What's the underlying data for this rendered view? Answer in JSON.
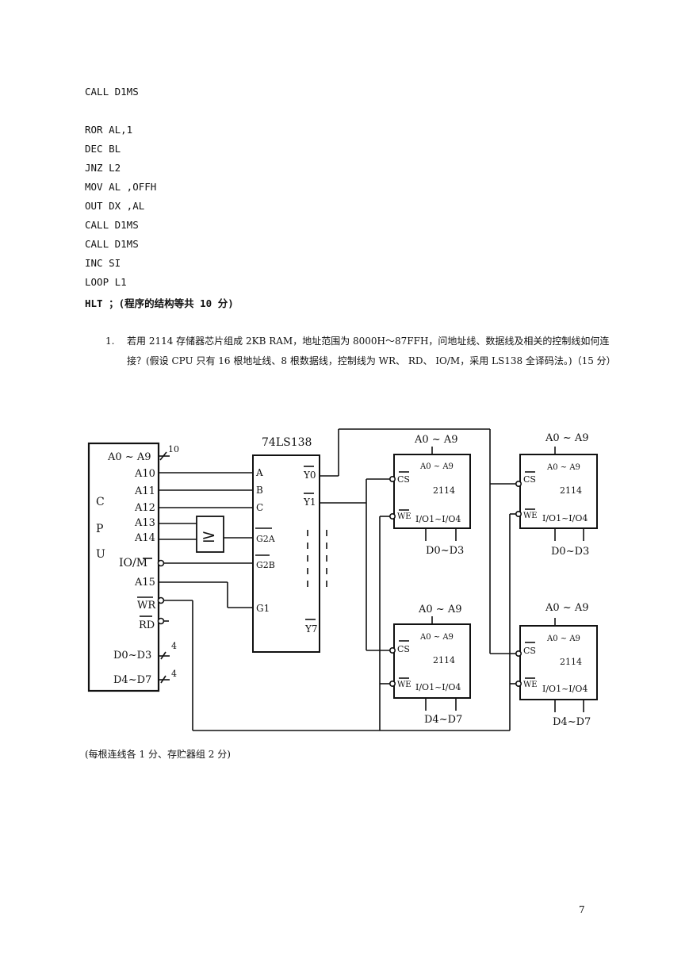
{
  "code_lines": [
    "CALL D1MS",
    "",
    "ROR AL,1",
    "DEC BL",
    "JNZ L2",
    "MOV AL ,OFFH",
    "OUT DX ,AL",
    "CALL D1MS",
    "CALL D1MS",
    "INC SI",
    "LOOP L1"
  ],
  "hlt_line": "HLT ；(程序的结构等共 10 分)",
  "question": {
    "number": "1.",
    "text": "若用 2114 存储器芯片组成 2KB RAM，地址范围为 8000H～87FFH，问地址线、数据线及相关的控制线如何连接？(假设 CPU 只有 16 根地址线、8 根数据线，控制线为 WR、 RD、 IO/M，采用 LS138 全译码法。)（15 分）"
  },
  "diagram": {
    "cpu": {
      "side_label": [
        "C",
        "P",
        "U"
      ],
      "pins": [
        "A0 ~ A9",
        "A10",
        "A11",
        "A12",
        "A13",
        "A14",
        "IO/M",
        "A15",
        "WR",
        "RD",
        "D0~D3",
        "D4~D7"
      ],
      "bus_width": [
        "10",
        "4",
        "4"
      ]
    },
    "decoder": {
      "title": "74LS138",
      "inputs": [
        "A",
        "B",
        "C",
        "G2A",
        "G2B",
        "G1"
      ],
      "outputs": [
        "Y0",
        "Y1",
        "Y7"
      ]
    },
    "or_gate": "≥",
    "chips": [
      {
        "addr": "A0 ~ A9",
        "inner_addr": "A0 ~ A9",
        "name": "2114",
        "cs": "CS",
        "we": "WE",
        "io": "I/O1~I/O4",
        "data": "D0~D3"
      },
      {
        "addr": "A0 ~ A9",
        "inner_addr": "A0 ~ A9",
        "name": "2114",
        "cs": "CS",
        "we": "WE",
        "io": "I/O1~I/O4",
        "data": "D0~D3"
      },
      {
        "addr": "A0 ~ A9",
        "inner_addr": "A0 ~ A9",
        "name": "2114",
        "cs": "CS",
        "we": "WE",
        "io": "I/O1~I/O4",
        "data": "D4~D7"
      },
      {
        "addr": "A0 ~ A9",
        "inner_addr": "A0 ~ A9",
        "name": "2114",
        "cs": "CS",
        "we": "WE",
        "io": "I/O1~I/O4",
        "data": "D4~D7"
      }
    ]
  },
  "note": "(每根连线各 1 分、存贮器组 2 分)",
  "page_number": "7"
}
